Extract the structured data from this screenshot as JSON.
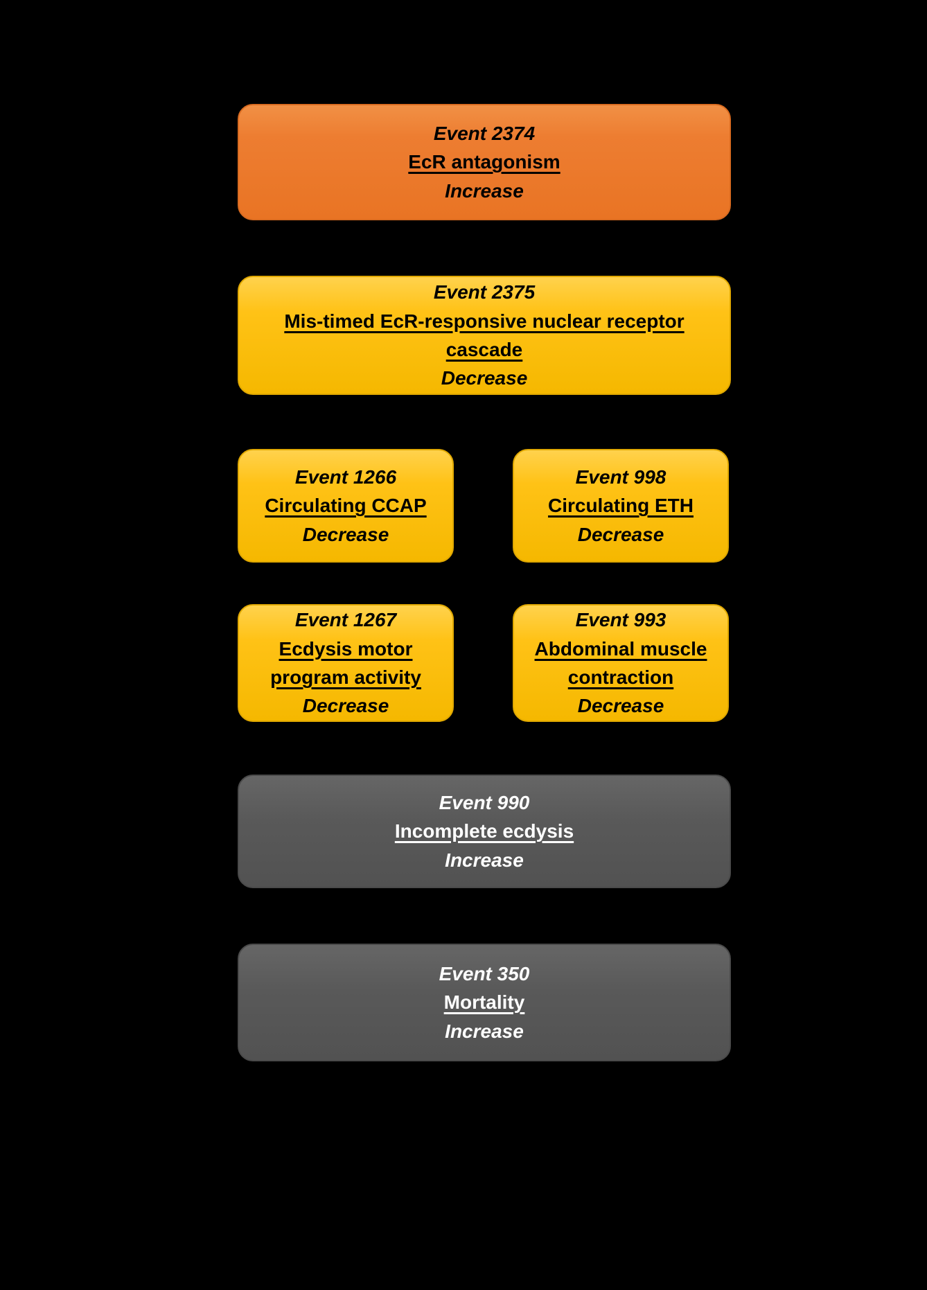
{
  "diagram": {
    "background_color": "#000000",
    "node_colors": {
      "molecular_initiating_event": "#ED7D31",
      "key_event": "#FFC000",
      "adverse_outcome": "#595959"
    },
    "nodes": {
      "n2374": {
        "event_label": "Event 2374",
        "name": "EcR antagonism",
        "direction": "Increase",
        "type": "orange"
      },
      "n2375": {
        "event_label": "Event 2375",
        "name": "Mis-timed EcR-responsive nuclear receptor cascade",
        "direction": "Decrease",
        "type": "yellow"
      },
      "n1266": {
        "event_label": "Event 1266",
        "name": "Circulating CCAP",
        "direction": "Decrease",
        "type": "yellow"
      },
      "n998": {
        "event_label": "Event 998",
        "name": "Circulating ETH",
        "direction": "Decrease",
        "type": "yellow"
      },
      "n1267": {
        "event_label": "Event 1267",
        "name": "Ecdysis motor program activity",
        "direction": "Decrease",
        "type": "yellow"
      },
      "n993": {
        "event_label": "Event 993",
        "name": "Abdominal muscle contraction",
        "direction": "Decrease",
        "type": "yellow"
      },
      "n990": {
        "event_label": "Event 990",
        "name": "Incomplete ecdysis",
        "direction": "Increase",
        "type": "gray"
      },
      "n350": {
        "event_label": "Event 350",
        "name": "Mortality",
        "direction": "Increase",
        "type": "gray"
      }
    }
  }
}
